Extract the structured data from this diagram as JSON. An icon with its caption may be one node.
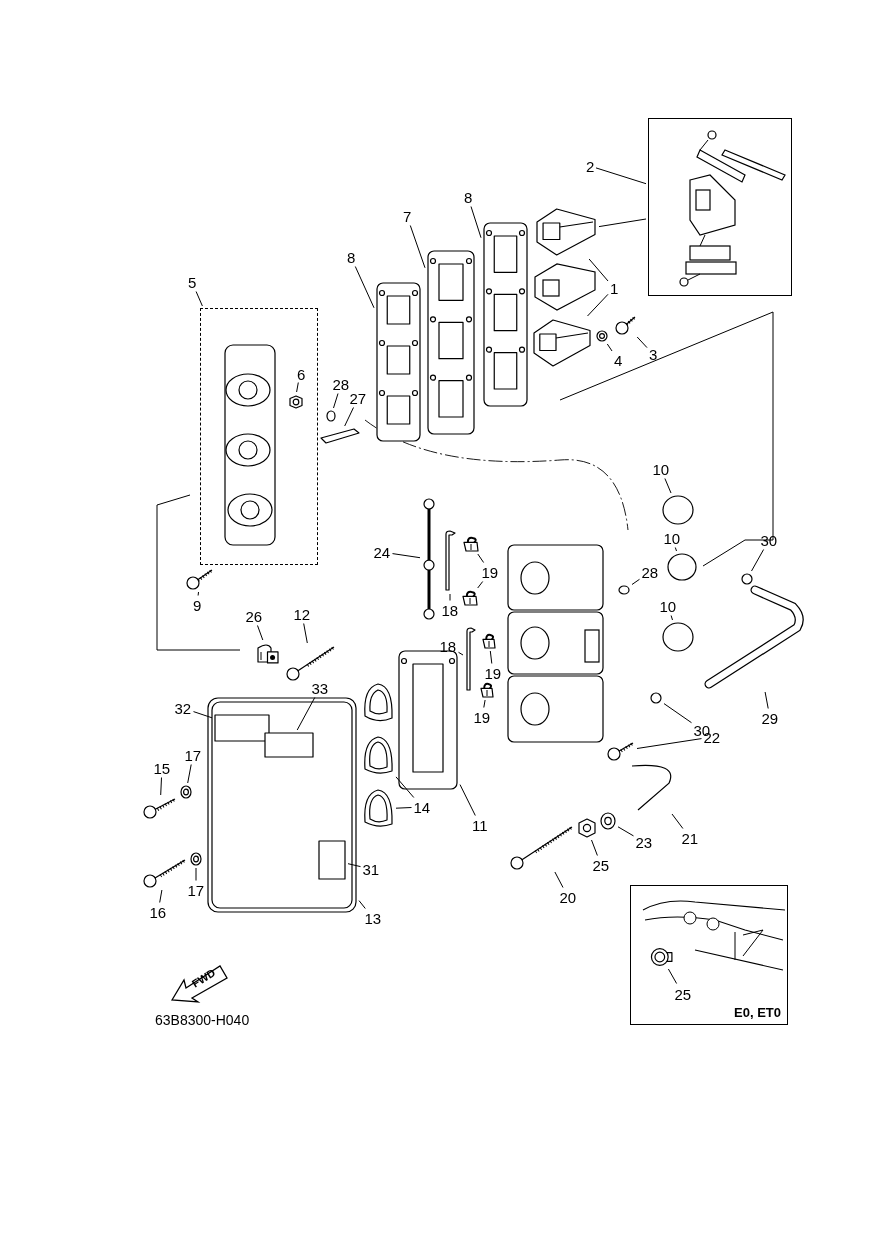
{
  "diagram": {
    "nodes": [
      {
        "text": [
          "2"
        ]
      },
      {
        "text": [],
        "shape": "box"
      },
      {
        "text": [
          "8"
        ]
      },
      {
        "text": [
          "7"
        ]
      },
      {
        "text": [],
        "shape": "picture"
      },
      {
        "text": [],
        "shape": "picture"
      },
      {
        "text": [
          "8"
        ]
      },
      {
        "text": [],
        "shape": "picture"
      },
      {
        "text": [],
        "shape": "picture"
      },
      {
        "text": [],
        "shape": "picture"
      },
      {
        "text": [
          "1"
        ]
      },
      {
        "text": [
          "5"
        ]
      },
      {
        "text": [],
        "shape": "box"
      },
      {
        "text": [
          "3"
        ]
      },
      {
        "text": [],
        "shape": "picture"
      },
      {
        "text": [
          "4"
        ]
      },
      {
        "text": [],
        "shape": "picture"
      },
      {
        "text": [
          "6"
        ],
        "in": 12
      },
      {
        "text": [],
        "shape": "picture",
        "in": 12
      },
      {
        "text": [
          "28"
        ]
      },
      {
        "text": [
          "27"
        ]
      },
      {
        "text": [],
        "shape": "circle"
      },
      {
        "text": [],
        "shape": "picture"
      },
      {
        "text": [
          "10"
        ]
      },
      {
        "text": [],
        "shape": "circle"
      },
      {
        "text": [
          "30"
        ]
      },
      {
        "text": [],
        "shape": "circle"
      },
      {
        "text": [
          "10"
        ]
      },
      {
        "text": [],
        "shape": "circle"
      },
      {
        "text": [
          "28"
        ]
      },
      {
        "text": [],
        "shape": "circle"
      },
      {
        "text": [
          "24"
        ]
      },
      {
        "text": [],
        "shape": "picture"
      },
      {
        "text": [
          "19"
        ]
      },
      {
        "text": [],
        "shape": "picture"
      },
      {
        "text": [],
        "shape": "picture"
      },
      {
        "text": [
          "18"
        ]
      },
      {
        "text": [],
        "shape": "picture"
      },
      {
        "text": [
          "9"
        ]
      },
      {
        "text": [],
        "shape": "picture"
      },
      {
        "text": [
          "26"
        ]
      },
      {
        "text": [],
        "shape": "picture"
      },
      {
        "text": [
          "12"
        ]
      },
      {
        "text": [],
        "shape": "picture"
      },
      {
        "text": [
          "18"
        ]
      },
      {
        "text": [],
        "shape": "picture"
      },
      {
        "text": [
          "19"
        ]
      },
      {
        "text": [],
        "shape": "picture"
      },
      {
        "text": [
          "10"
        ]
      },
      {
        "text": [],
        "shape": "circle"
      },
      {
        "text": [
          "29"
        ]
      },
      {
        "text": [],
        "shape": "picture"
      },
      {
        "text": [
          "13"
        ]
      },
      {
        "text": [],
        "shape": "picture"
      },
      {
        "text": [
          "32"
        ]
      },
      {
        "text": [],
        "shape": "box",
        "in": 53
      },
      {
        "text": [
          "33"
        ]
      },
      {
        "text": [],
        "shape": "box",
        "in": 53
      },
      {
        "text": [
          "31"
        ]
      },
      {
        "text": [],
        "shape": "box",
        "in": 53
      },
      {
        "text": [
          "19"
        ]
      },
      {
        "text": [],
        "shape": "picture"
      },
      {
        "text": [
          "30"
        ]
      },
      {
        "text": [],
        "shape": "circle"
      },
      {
        "text": [
          "22"
        ]
      },
      {
        "text": [],
        "shape": "picture"
      },
      {
        "text": [
          "17"
        ]
      },
      {
        "text": [],
        "shape": "picture"
      },
      {
        "text": [
          "15"
        ]
      },
      {
        "text": [],
        "shape": "picture"
      },
      {
        "text": [
          "14"
        ]
      },
      {
        "text": [],
        "shape": "picture"
      },
      {
        "text": [],
        "shape": "picture"
      },
      {
        "text": [
          "11"
        ]
      },
      {
        "text": [],
        "shape": "picture"
      },
      {
        "text": [
          "21"
        ]
      },
      {
        "text": [],
        "shape": "picture"
      },
      {
        "text": [
          "23"
        ]
      },
      {
        "text": [],
        "shape": "picture"
      },
      {
        "text": [
          "25"
        ]
      },
      {
        "text": [],
        "shape": "picture"
      },
      {
        "text": [
          "20"
        ]
      },
      {
        "text": [],
        "shape": "picture"
      },
      {
        "text": [
          "17"
        ]
      },
      {
        "text": [],
        "shape": "picture"
      },
      {
        "text": [
          "16"
        ]
      },
      {
        "text": [],
        "shape": "picture"
      },
      {
        "text": [
          "E0, ET0"
        ]
      },
      {
        "text": [
          "25"
        ],
        "in": 87
      },
      {
        "text": [],
        "shape": "picture",
        "in": 87
      },
      {
        "text": [
          "FWD"
        ]
      }
    ],
    "edges": [
      {
        "from": 0,
        "to": 1,
        "arrow": "none"
      },
      {
        "from": 1,
        "to": 4,
        "arrow": "none"
      },
      {
        "from": 2,
        "to": 7,
        "arrow": "none"
      },
      {
        "from": 3,
        "to": 8,
        "arrow": "none"
      },
      {
        "from": 6,
        "to": 9,
        "arrow": "none"
      },
      {
        "from": 10,
        "to": 4,
        "arrow": "none"
      },
      {
        "from": 10,
        "to": 5,
        "arrow": "none"
      },
      {
        "from": 11,
        "to": 12,
        "arrow": "none"
      },
      {
        "from": 13,
        "to": 14,
        "arrow": "none"
      },
      {
        "from": 15,
        "to": 16,
        "arrow": "none"
      },
      {
        "from": 17,
        "to": 18,
        "arrow": "none"
      },
      {
        "from": 19,
        "to": 21,
        "arrow": "none"
      },
      {
        "from": 20,
        "to": 22,
        "arrow": "none"
      },
      {
        "from": 23,
        "to": 24,
        "arrow": "none"
      },
      {
        "from": 25,
        "to": 26,
        "arrow": "none"
      },
      {
        "from": 27,
        "to": 28,
        "arrow": "none"
      },
      {
        "from": 29,
        "to": 30,
        "arrow": "none"
      },
      {
        "from": 31,
        "to": 32,
        "arrow": "none"
      },
      {
        "from": 33,
        "to": 34,
        "arrow": "none"
      },
      {
        "from": 33,
        "to": 35,
        "arrow": "none"
      },
      {
        "from": 36,
        "to": 37,
        "arrow": "none"
      },
      {
        "from": 38,
        "to": 39,
        "arrow": "none"
      },
      {
        "from": 40,
        "to": 41,
        "arrow": "none"
      },
      {
        "from": 42,
        "to": 43,
        "arrow": "none"
      },
      {
        "from": 44,
        "to": 45,
        "arrow": "none"
      },
      {
        "from": 46,
        "to": 47,
        "arrow": "none"
      },
      {
        "from": 48,
        "to": 49,
        "arrow": "none"
      },
      {
        "from": 50,
        "to": 51,
        "arrow": "none"
      },
      {
        "from": 52,
        "to": 53,
        "arrow": "none"
      },
      {
        "from": 54,
        "to": 55,
        "arrow": "none"
      },
      {
        "from": 56,
        "to": 57,
        "arrow": "none"
      },
      {
        "from": 58,
        "to": 59,
        "arrow": "none"
      },
      {
        "from": 60,
        "to": 61,
        "arrow": "none"
      },
      {
        "from": 62,
        "to": 63,
        "arrow": "none"
      },
      {
        "from": 64,
        "to": 65,
        "arrow": "none"
      },
      {
        "from": 66,
        "to": 67,
        "arrow": "none"
      },
      {
        "from": 68,
        "to": 69,
        "arrow": "none"
      },
      {
        "from": 70,
        "to": 71,
        "arrow": "none"
      },
      {
        "from": 70,
        "to": 72,
        "arrow": "none"
      },
      {
        "from": 73,
        "to": 74,
        "arrow": "none"
      },
      {
        "from": 75,
        "to": 76,
        "arrow": "none"
      },
      {
        "from": 77,
        "to": 78,
        "arrow": "none"
      },
      {
        "from": 79,
        "to": 80,
        "arrow": "none"
      },
      {
        "from": 81,
        "to": 82,
        "arrow": "none"
      },
      {
        "from": 83,
        "to": 84,
        "arrow": "none"
      },
      {
        "from": 85,
        "to": 86,
        "arrow": "none"
      },
      {
        "from": 88,
        "to": 89,
        "arrow": "none"
      }
    ],
    "labels": [
      "63B8300-H040"
    ]
  }
}
